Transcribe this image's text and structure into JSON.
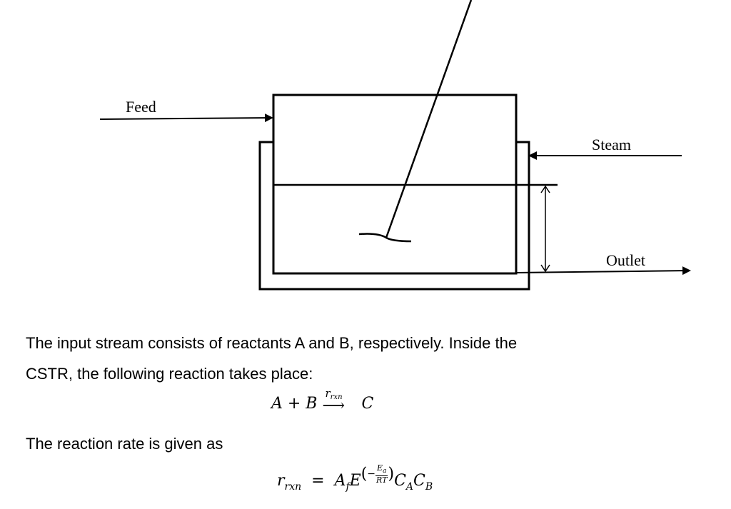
{
  "diagram": {
    "feed_label": "Feed",
    "steam_label": "Steam",
    "outlet_label": "Outlet"
  },
  "text": {
    "paragraph1_line1": "The input stream consists of reactants A and B, respectively. Inside the",
    "paragraph1_line2": "CSTR, the following reaction takes place:",
    "paragraph2": "The reaction rate is given as"
  },
  "equations": {
    "reaction_lhs": "A + B",
    "reaction_over": "rrxn",
    "reaction_rhs": "C",
    "rate_lhs": "rrxn",
    "rate_rhs": "A_f E^(-Ea/RT) C_A C_B"
  }
}
